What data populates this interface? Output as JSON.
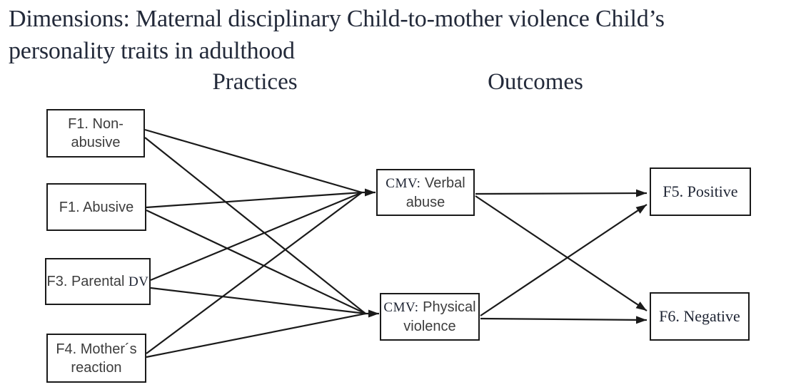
{
  "title": {
    "line1": "Dimensions: Maternal disciplinary Child-to-mother violence Child’s",
    "line2": "personality traits in adulthood"
  },
  "headers": {
    "practices": "Practices",
    "outcomes": "Outcomes"
  },
  "nodes": {
    "f1_nonabusive": {
      "line1": "F1. Non-",
      "line2": "abusive"
    },
    "f1_abusive": {
      "label": "F1. Abusive"
    },
    "f3_parental": {
      "prefix": "F3. Parental ",
      "caps": "DV"
    },
    "f4_mother": {
      "line1": "F4. Mother´s",
      "line2": "reaction"
    },
    "cmv_verbal": {
      "caps": "CMV:",
      "rest": " Verbal",
      "line2": "abuse"
    },
    "cmv_physical": {
      "caps": "CMV:",
      "rest": " Physical",
      "line2": "violence"
    },
    "f5_positive": {
      "label": "F5. Positive"
    },
    "f6_negative": {
      "label": "F6. Negative"
    }
  },
  "colors": {
    "ink": "#1a1a1a",
    "title_ink": "#232a3a",
    "box_text": "#3d3d3d"
  }
}
